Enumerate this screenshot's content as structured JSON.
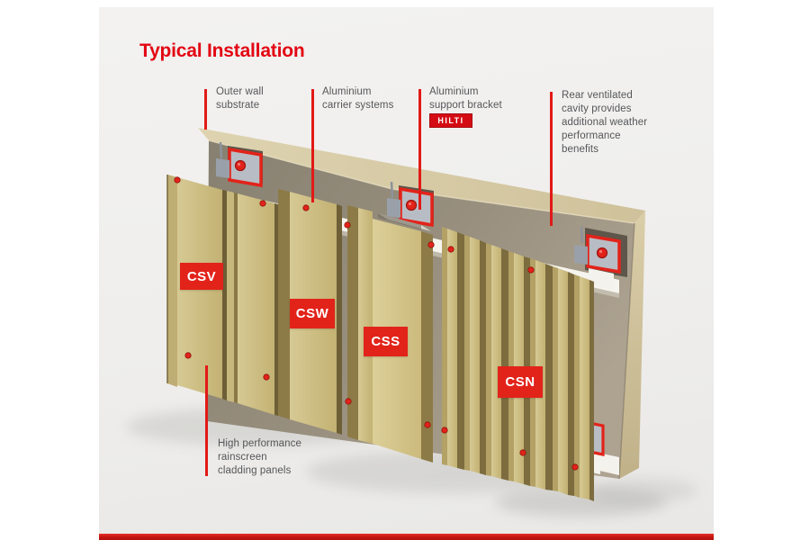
{
  "page": {
    "title": "Typical Installation"
  },
  "callouts": {
    "outer_wall": "Outer wall\nsubstrate",
    "carrier": "Aluminium\ncarrier systems",
    "bracket": "Aluminium\nsupport bracket",
    "bracket_brand": "HILTI",
    "cavity": "Rear ventilated\ncavity provides\nadditional weather\nperformance\nbenefits",
    "panels": "High performance\nrainscreen\ncladding panels"
  },
  "badges": [
    {
      "label": "CSV"
    },
    {
      "label": "CSW"
    },
    {
      "label": "CSS"
    },
    {
      "label": "CSN"
    }
  ],
  "colors": {
    "title_red": "#e30613",
    "accent_red": "#e2231a",
    "callout_line_red": "#e11a17",
    "label_gray": "#55565a",
    "panel_gold": "#cdbe85",
    "wall_tan": "#d8cca8",
    "bracket_gray": "#b8bdc5",
    "bottom_bar_red": "#c41511"
  }
}
